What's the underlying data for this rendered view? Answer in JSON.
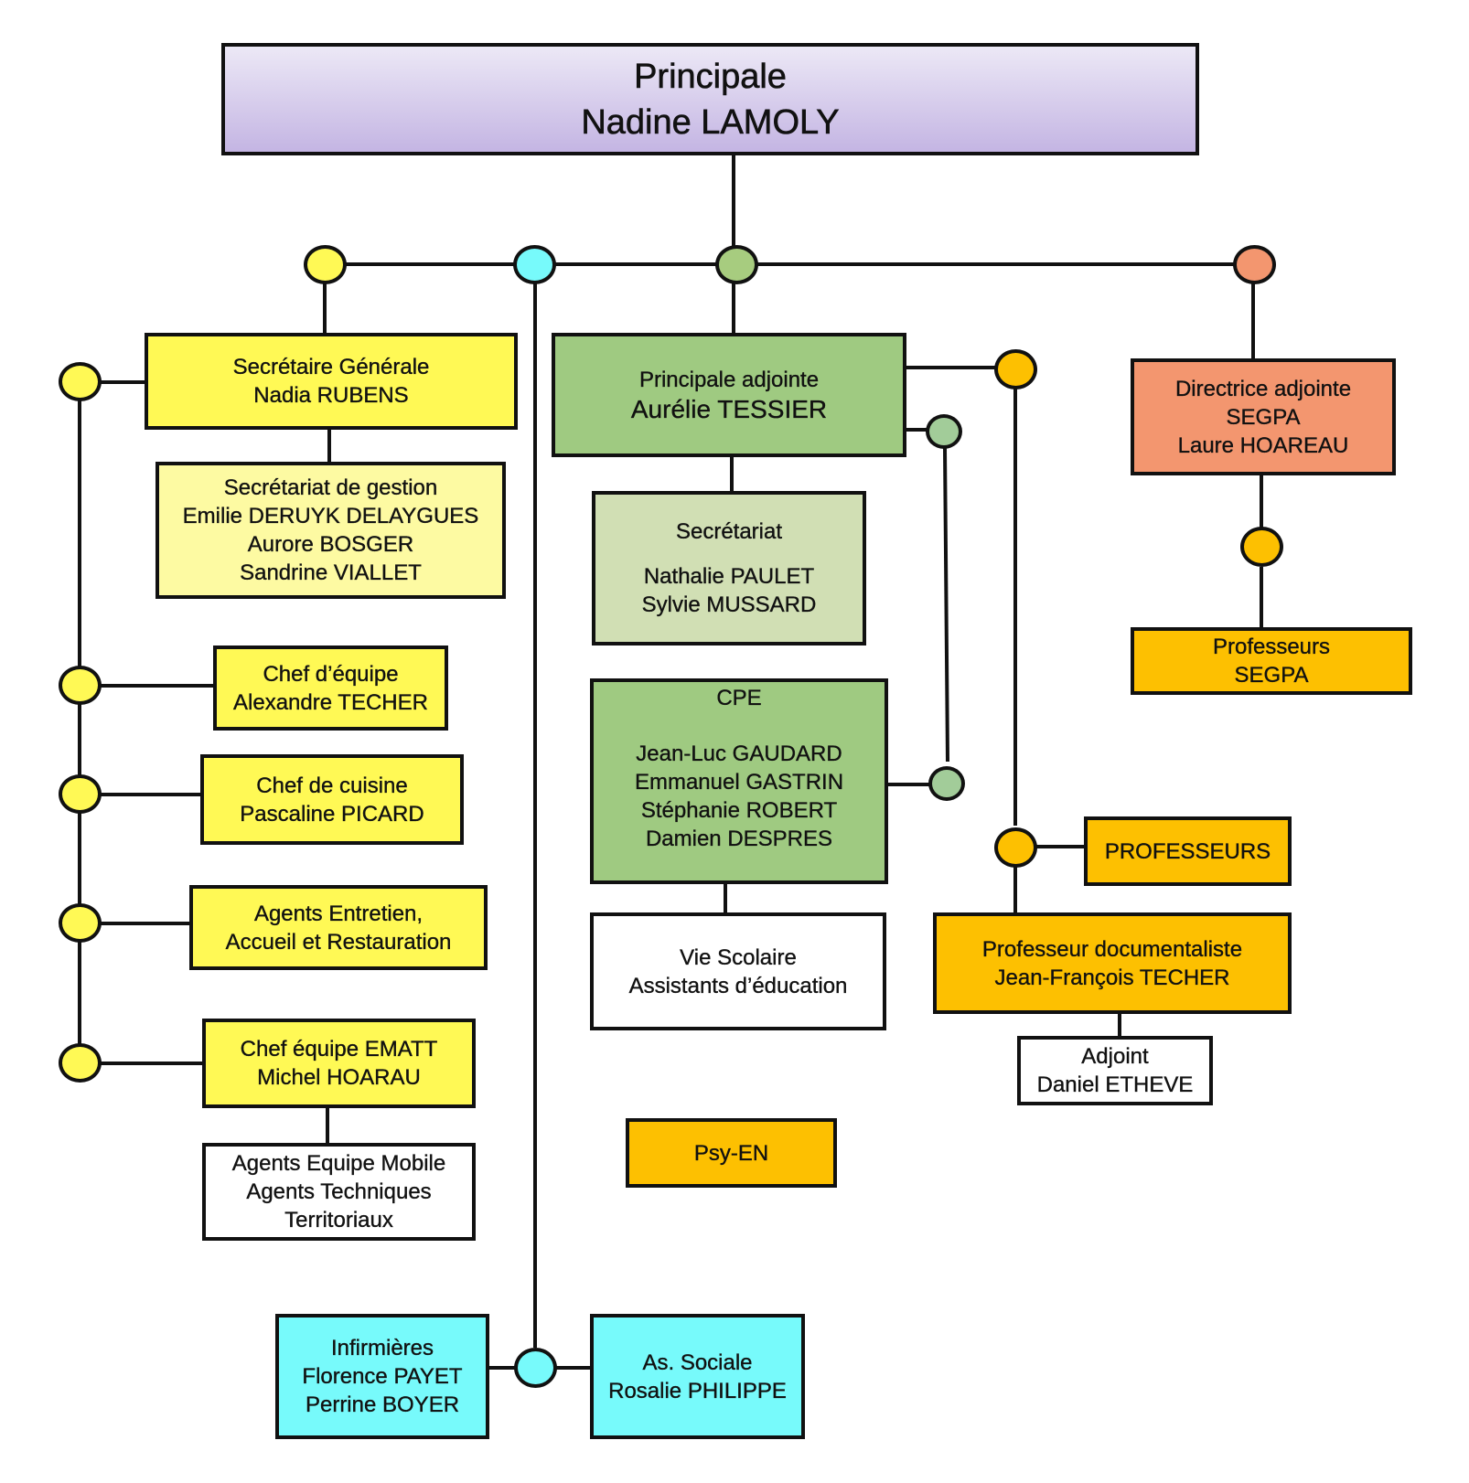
{
  "colors": {
    "line": "#111111",
    "yellow": "#fff955",
    "light_yellow": "#fdfaa2",
    "cyan": "#77fafb",
    "green": "#9fca81",
    "light_green": "#d1dfb4",
    "node_green": "#a2cc99",
    "salmon": "#f3966f",
    "orange": "#fdc001",
    "lavender": "#c4b5e3",
    "white": "#ffffff"
  },
  "top": {
    "lines": [
      "Principale",
      "Nadine LAMOLY"
    ]
  },
  "secretaire_generale": {
    "lines": [
      "Secrétaire Générale",
      "Nadia RUBENS"
    ]
  },
  "secretariat_gestion": {
    "lines": [
      "Secrétariat de gestion",
      "Emilie DERUYK DELAYGUES",
      "Aurore BOSGER",
      "Sandrine VIALLET"
    ]
  },
  "chef_equipe": {
    "lines": [
      "Chef d’équipe",
      "Alexandre TECHER"
    ]
  },
  "chef_cuisine": {
    "lines": [
      "Chef de cuisine",
      "Pascaline PICARD"
    ]
  },
  "agents_entretien": {
    "lines": [
      "Agents Entretien,",
      "Accueil et Restauration"
    ]
  },
  "chef_ematt": {
    "lines": [
      "Chef équipe EMATT",
      "Michel HOARAU"
    ]
  },
  "agents_mobile": {
    "lines": [
      "Agents Equipe Mobile",
      "Agents Techniques",
      "Territoriaux"
    ]
  },
  "principale_adjointe": {
    "lines": [
      "Principale adjointe",
      "Aurélie TESSIER"
    ]
  },
  "secretariat": {
    "title": "Secrétariat",
    "lines": [
      "Nathalie PAULET",
      "Sylvie MUSSARD"
    ]
  },
  "cpe": {
    "title": "CPE",
    "lines": [
      "Jean-Luc GAUDARD",
      "Emmanuel GASTRIN",
      "Stéphanie ROBERT",
      "Damien DESPRES"
    ]
  },
  "vie_scolaire": {
    "lines": [
      "Vie Scolaire",
      "Assistants d’éducation"
    ]
  },
  "psy_en": {
    "lines": [
      "Psy-EN"
    ]
  },
  "directrice_segpa": {
    "lines": [
      "Directrice adjointe",
      "SEGPA",
      "Laure HOAREAU"
    ]
  },
  "professeurs_segpa": {
    "lines": [
      "Professeurs",
      "SEGPA"
    ]
  },
  "professeurs": {
    "lines": [
      "PROFESSEURS"
    ]
  },
  "prof_doc": {
    "lines": [
      "Professeur documentaliste",
      "Jean-François TECHER"
    ]
  },
  "adjoint": {
    "lines": [
      "Adjoint",
      "Daniel ETHEVE"
    ]
  },
  "infirmieres": {
    "lines": [
      "Infirmières",
      "Florence PAYET",
      "Perrine BOYER"
    ]
  },
  "as_sociale": {
    "lines": [
      "As. Sociale",
      "Rosalie PHILIPPE"
    ]
  }
}
